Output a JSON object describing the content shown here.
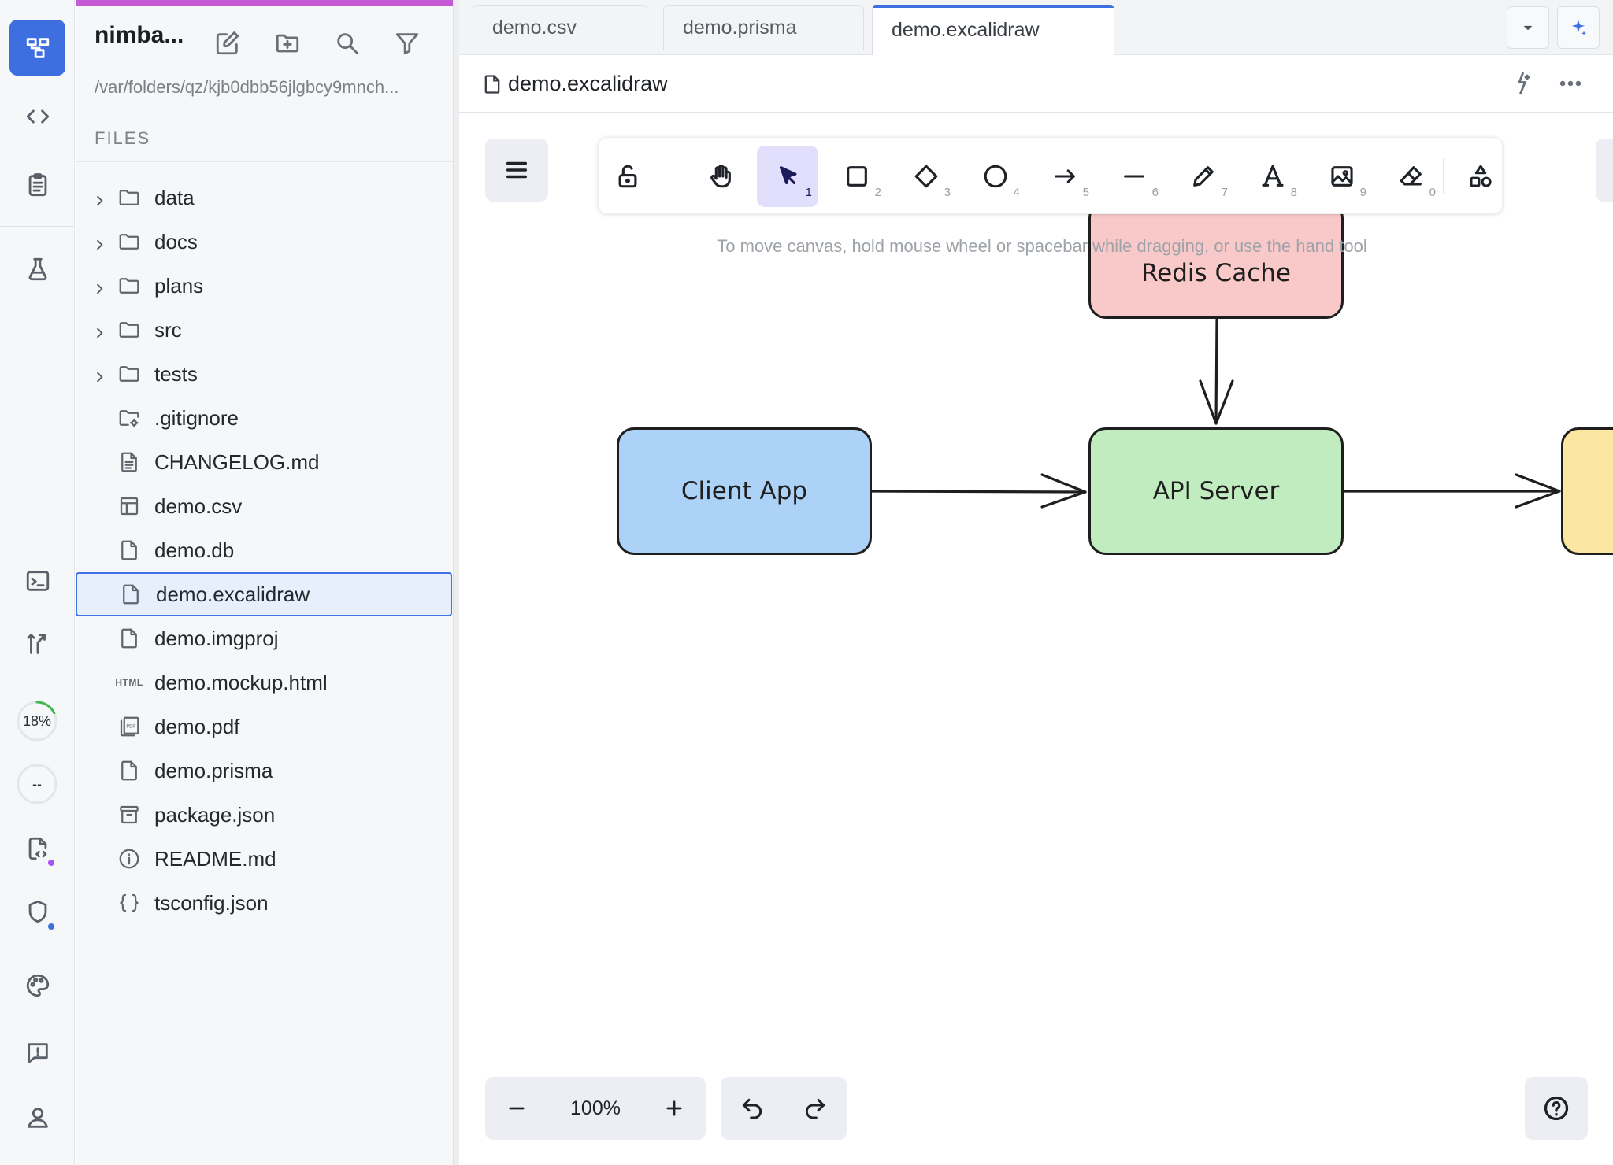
{
  "sidebar": {
    "project_name": "nimba...",
    "project_path": "/var/folders/qz/kjb0dbb56jlgbcy9mnch...",
    "files_heading": "FILES",
    "items": [
      {
        "name": "data",
        "type": "folder",
        "icon": "folder-icon"
      },
      {
        "name": "docs",
        "type": "folder",
        "icon": "folder-icon"
      },
      {
        "name": "plans",
        "type": "folder",
        "icon": "folder-icon"
      },
      {
        "name": "src",
        "type": "folder",
        "icon": "folder-icon"
      },
      {
        "name": "tests",
        "type": "folder",
        "icon": "folder-icon"
      },
      {
        "name": ".gitignore",
        "type": "file",
        "icon": "folder-gear-icon"
      },
      {
        "name": "CHANGELOG.md",
        "type": "file",
        "icon": "document-text-icon"
      },
      {
        "name": "demo.csv",
        "type": "file",
        "icon": "table-icon"
      },
      {
        "name": "demo.db",
        "type": "file",
        "icon": "file-icon"
      },
      {
        "name": "demo.excalidraw",
        "type": "file",
        "icon": "file-icon",
        "selected": true
      },
      {
        "name": "demo.imgproj",
        "type": "file",
        "icon": "file-icon"
      },
      {
        "name": "demo.mockup.html",
        "type": "file",
        "icon": "html-icon",
        "icon_text": "HTML"
      },
      {
        "name": "demo.pdf",
        "type": "file",
        "icon": "pdf-icon",
        "icon_text": "PDF"
      },
      {
        "name": "demo.prisma",
        "type": "file",
        "icon": "file-icon"
      },
      {
        "name": "package.json",
        "type": "file",
        "icon": "package-icon"
      },
      {
        "name": "README.md",
        "type": "file",
        "icon": "info-icon"
      },
      {
        "name": "tsconfig.json",
        "type": "file",
        "icon": "braces-icon"
      }
    ]
  },
  "activity": {
    "progress_label": "18%",
    "progress_value": 0.18,
    "status_label": "--",
    "colors": {
      "accent": "#3d6fe0",
      "progress": "#3fb950",
      "purple_dot": "#a855f7",
      "blue_dot": "#3d6fe0"
    }
  },
  "tabs": [
    {
      "label": "demo.csv"
    },
    {
      "label": "demo.prisma"
    },
    {
      "label": "demo.excalidraw",
      "active": true
    }
  ],
  "file_header": {
    "name": "demo.excalidraw"
  },
  "canvas": {
    "toolbar": [
      {
        "name": "lock",
        "key": ""
      },
      {
        "name": "hand",
        "key": ""
      },
      {
        "name": "selection",
        "key": "1",
        "active": true
      },
      {
        "name": "rectangle",
        "key": "2"
      },
      {
        "name": "diamond",
        "key": "3"
      },
      {
        "name": "ellipse",
        "key": "4"
      },
      {
        "name": "arrow",
        "key": "5"
      },
      {
        "name": "line",
        "key": "6"
      },
      {
        "name": "draw",
        "key": "7"
      },
      {
        "name": "text",
        "key": "8"
      },
      {
        "name": "image",
        "key": "9"
      },
      {
        "name": "eraser",
        "key": "0"
      },
      {
        "name": "more-shapes",
        "key": ""
      }
    ],
    "hint": "To move canvas, hold mouse wheel or spacebar while dragging, or use the hand tool",
    "nodes": {
      "redis": {
        "label": "Redis Cache",
        "color": "#f8c9c8"
      },
      "client": {
        "label": "Client App",
        "color": "#acd2f7"
      },
      "api": {
        "label": "API Server",
        "color": "#c0ecc0"
      },
      "partial": {
        "label": "",
        "color": "#fbe7a1"
      }
    },
    "zoom": "100%"
  }
}
